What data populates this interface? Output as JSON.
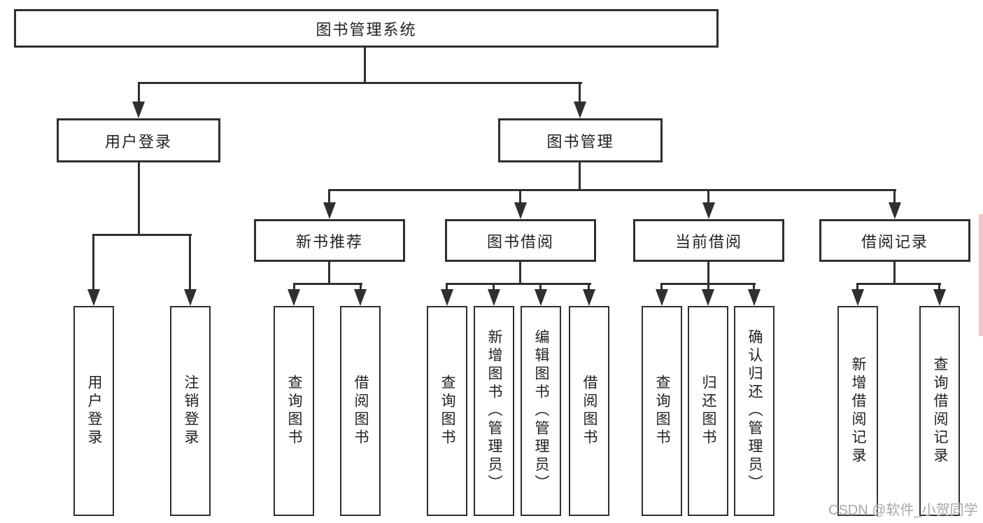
{
  "diagram_title": "图书管理系统",
  "tree": {
    "root": {
      "label": "图书管理系统"
    },
    "branches": [
      {
        "label": "用户登录",
        "children": [
          {
            "label": "用户登录"
          },
          {
            "label": "注销登录"
          }
        ]
      },
      {
        "label": "图书管理",
        "children": [
          {
            "label": "新书推荐",
            "children": [
              {
                "label": "查询图书"
              },
              {
                "label": "借阅图书"
              }
            ]
          },
          {
            "label": "图书借阅",
            "children": [
              {
                "label": "查询图书"
              },
              {
                "label": "新增图书（管理员）"
              },
              {
                "label": "编辑图书（管理员）"
              },
              {
                "label": "借阅图书"
              }
            ]
          },
          {
            "label": "当前借阅",
            "children": [
              {
                "label": "查询图书"
              },
              {
                "label": "归还图书"
              },
              {
                "label": "确认归还（管理员）"
              }
            ]
          },
          {
            "label": "借阅记录",
            "children": [
              {
                "label": "新增借阅记录"
              },
              {
                "label": "查询借阅记录"
              }
            ]
          }
        ]
      }
    ]
  },
  "watermark": {
    "text": "CSDN @软件_小贺同学"
  },
  "colors": {
    "line": "#2f2f2f",
    "border": "#2f2f2f",
    "text": "#222222",
    "watermark": "#a8a8a8",
    "accent_strip": "#f4c3c3",
    "background": "#ffffff"
  }
}
